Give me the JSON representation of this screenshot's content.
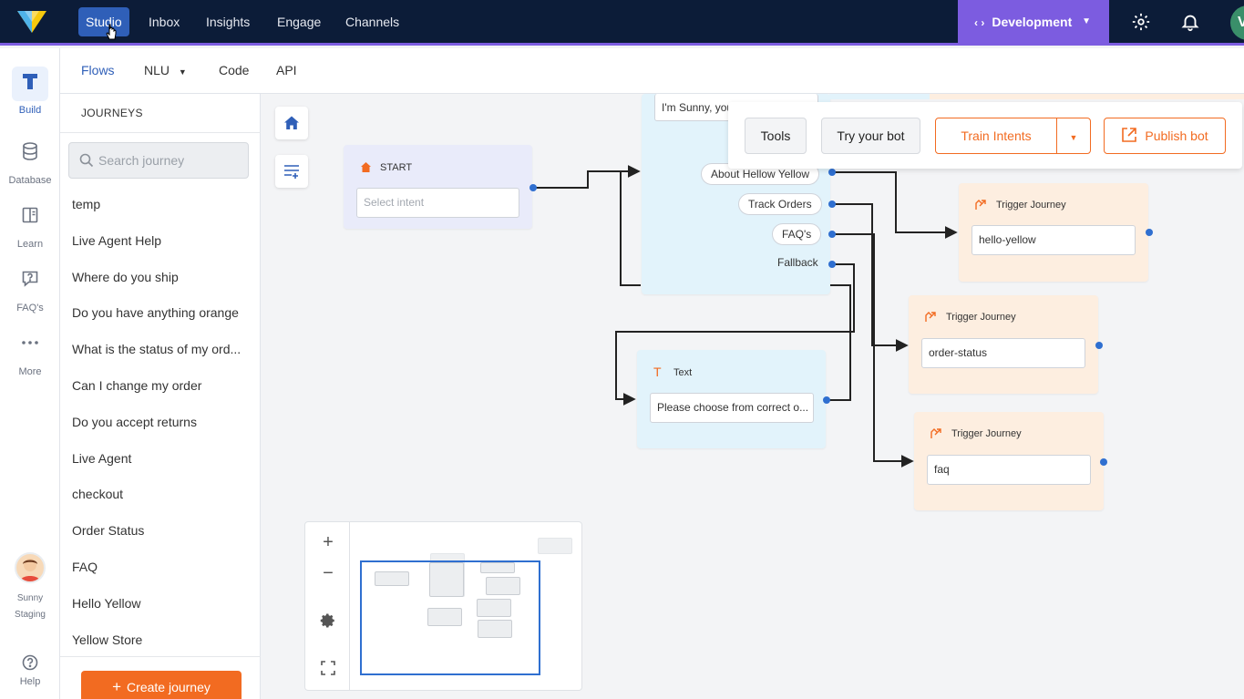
{
  "topnav": {
    "items": [
      {
        "label": "Studio",
        "active": true
      },
      {
        "label": "Inbox"
      },
      {
        "label": "Insights"
      },
      {
        "label": "Engage"
      },
      {
        "label": "Channels"
      }
    ],
    "environment": "Development",
    "avatar_initial": "V"
  },
  "rail": {
    "items": [
      {
        "label": "Build",
        "icon": "build-icon",
        "active": true
      },
      {
        "label": "Database",
        "icon": "database-icon"
      },
      {
        "label": "Learn",
        "icon": "book-icon"
      },
      {
        "label": "FAQ's",
        "icon": "faq-icon"
      },
      {
        "label": "More",
        "icon": "more-icon"
      }
    ],
    "bot_name_line1": "Sunny",
    "bot_name_line2": "Staging",
    "help_label": "Help"
  },
  "subtabs": {
    "flows": "Flows",
    "nlu": "NLU",
    "code": "Code",
    "api": "API"
  },
  "journeys": {
    "title": "JOURNEYS",
    "search_placeholder": "Search journey",
    "items": [
      "temp",
      "Live Agent Help",
      "Where do you ship",
      "Do you have anything orange",
      "What is the status of my ord...",
      "Can I change my order",
      "Do you accept returns",
      "Live Agent",
      "checkout",
      "Order Status",
      "FAQ",
      "Hello Yellow",
      "Yellow Store"
    ],
    "create_label": "Create journey"
  },
  "toolbar": {
    "tools": "Tools",
    "try_bot": "Try your bot",
    "train_intents": "Train Intents",
    "publish": "Publish bot"
  },
  "flow": {
    "start": {
      "title": "START",
      "placeholder": "Select intent"
    },
    "greeting": {
      "text": "I'm Sunny, you",
      "options": [
        "About Hellow Yellow",
        "Track Orders",
        "FAQ's",
        "Fallback"
      ]
    },
    "text_node": {
      "title": "Text",
      "value": "Please choose from correct o..."
    },
    "triggers": [
      {
        "title": "Trigger Journey",
        "value": "hello-yellow"
      },
      {
        "title": "Trigger Journey",
        "value": "order-status"
      },
      {
        "title": "Trigger Journey",
        "value": "faq"
      }
    ]
  },
  "colors": {
    "nav_bg": "#0c1c38",
    "accent_purple": "#7c5ce0",
    "active_blue": "#2f5fb8",
    "orange": "#f26b21"
  }
}
